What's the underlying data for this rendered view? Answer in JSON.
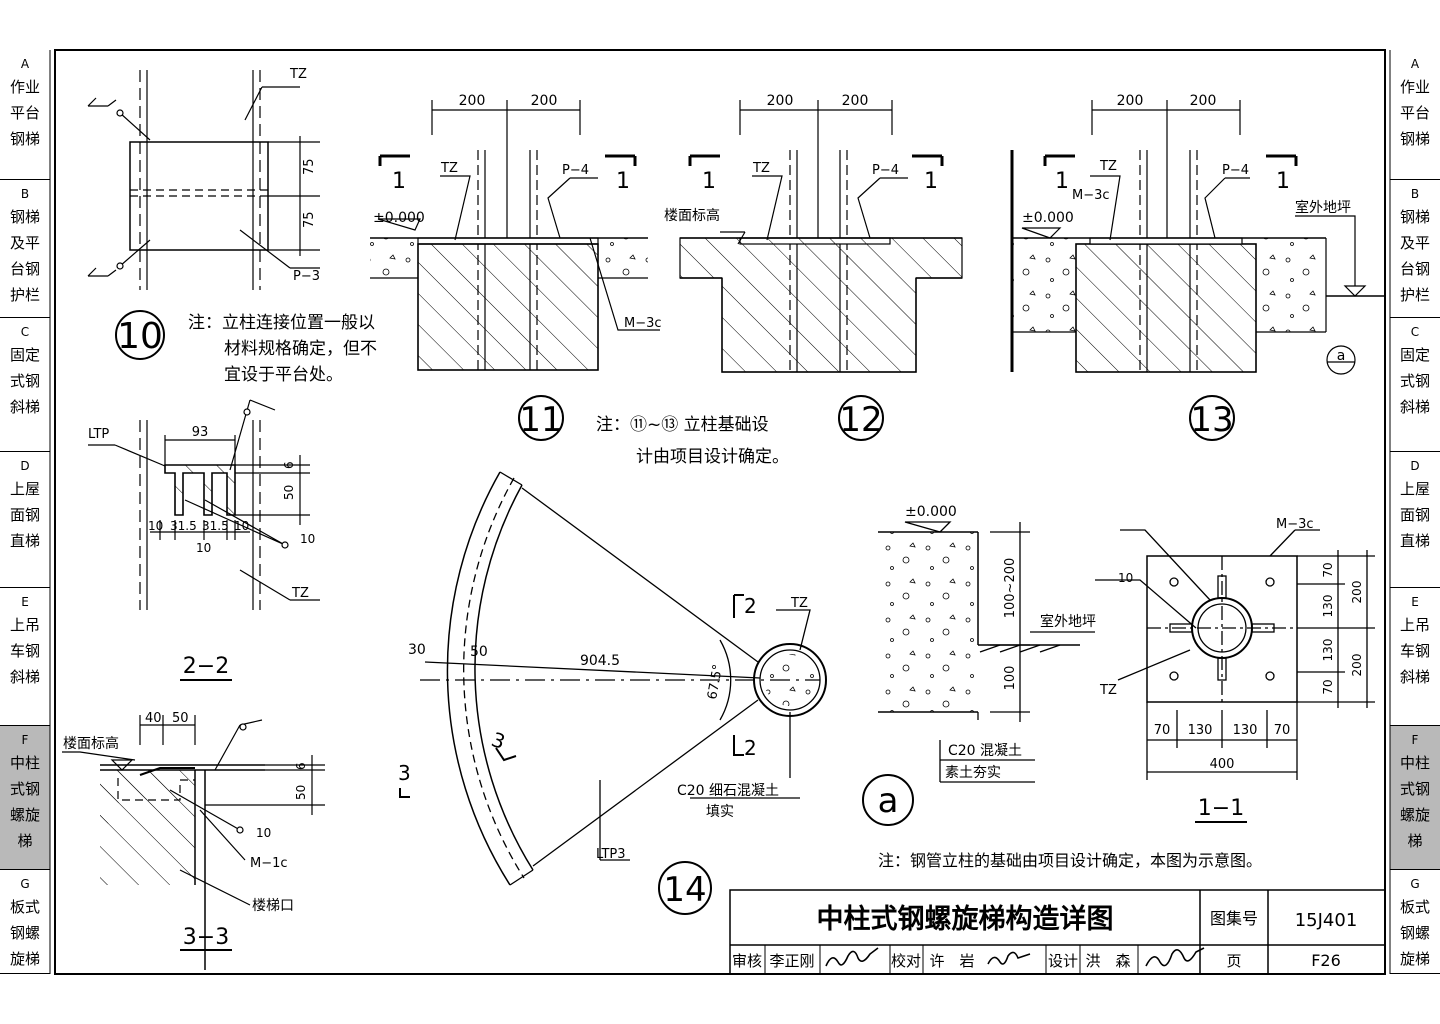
{
  "sidebar": {
    "tabs": [
      {
        "letter": "A",
        "lines": [
          "作业",
          "平台",
          "钢梯"
        ],
        "active": false
      },
      {
        "letter": "B",
        "lines": [
          "钢梯",
          "及平",
          "台钢",
          "护栏"
        ],
        "active": false
      },
      {
        "letter": "C",
        "lines": [
          "固定",
          "式钢",
          "斜梯"
        ],
        "active": false
      },
      {
        "letter": "D",
        "lines": [
          "上屋",
          "面钢",
          "直梯"
        ],
        "active": false
      },
      {
        "letter": "E",
        "lines": [
          "上吊",
          "车钢",
          "斜梯"
        ],
        "active": false
      },
      {
        "letter": "F",
        "lines": [
          "中柱",
          "式钢",
          "螺旋",
          "梯"
        ],
        "active": true
      },
      {
        "letter": "G",
        "lines": [
          "板式",
          "钢螺",
          "旋梯"
        ],
        "active": false
      }
    ]
  },
  "detail10": {
    "num": "10",
    "tz": "TZ",
    "p3": "P−3",
    "dim1": "75",
    "dim2": "75",
    "note": [
      "注：立柱连接位置一般以",
      "材料规格确定，但不",
      "宜设于平台处。"
    ]
  },
  "detail11_13": {
    "dim200": "200",
    "sec": "1",
    "tz": "TZ",
    "p4": "P−4",
    "m3c": "M−3c",
    "zero": "±0.000",
    "floor": "楼面标高",
    "outdoor": "室外地坪",
    "a_ref": "a",
    "num11": "11",
    "num12": "12",
    "num13": "13",
    "note": [
      "注：⑪~⑬ 立柱基础设",
      "计由项目设计确定。"
    ]
  },
  "detail22": {
    "title": "2−2",
    "ltp": "LTP",
    "w93": "93",
    "h6": "6",
    "h50": "50",
    "dims": [
      "10",
      "31.5",
      "31.5",
      "10"
    ],
    "w10": "10",
    "weld": "10",
    "tz": "TZ"
  },
  "detail33": {
    "title": "3−3",
    "floor": "楼面标高",
    "w40": "40",
    "w50": "50",
    "h6": "6",
    "h50": "50",
    "weld": "10",
    "m1c": "M−1c",
    "stair": "楼梯口"
  },
  "detail14": {
    "num": "14",
    "d30": "30",
    "d50": "50",
    "r": "904.5",
    "ang": "67.5°",
    "sec2": "2",
    "sec3": "3",
    "tz": "TZ",
    "ltp3": "LTP3",
    "fill1": "C20 细石混凝土",
    "fill2": "填实"
  },
  "detailA": {
    "num": "a",
    "zero": "±0.000",
    "d1": "100~200",
    "d2": "100",
    "outdoor": "室外地坪",
    "m1": "C20 混凝土",
    "m2": "素土夯实"
  },
  "detail11sec": {
    "title": "1−1",
    "m3c": "M−3c",
    "weld": "10",
    "tz": "TZ",
    "h70": "70",
    "h130": "130",
    "h200": "200",
    "w70": "70",
    "w130": "130",
    "w400": "400"
  },
  "bottom_note": "注：钢管立柱的基础由项目设计确定，本图为示意图。",
  "title_block": {
    "title": "中柱式钢螺旋梯构造详图",
    "atlas_label": "图集号",
    "atlas_no": "15J401",
    "review_label": "审核",
    "reviewer": "李正刚",
    "check_label": "校对",
    "checker": "许　岩",
    "design_label": "设计",
    "designer": "洪　森",
    "page_label": "页",
    "page_no": "F26"
  }
}
